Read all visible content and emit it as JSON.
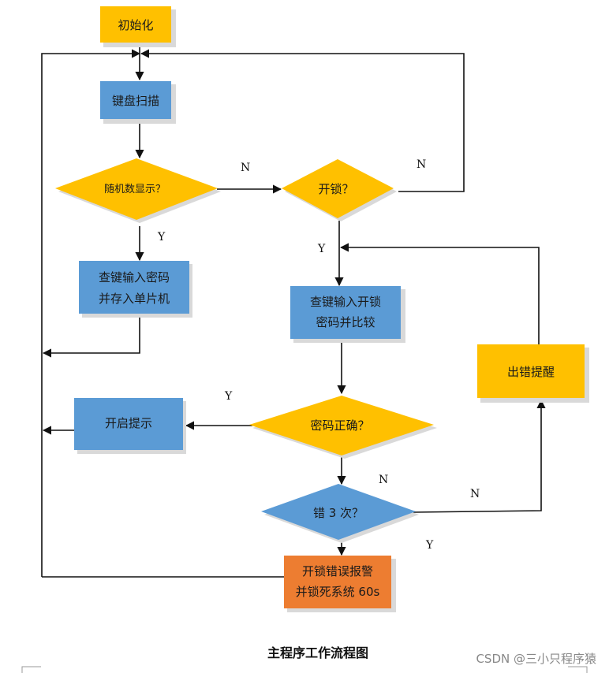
{
  "nodes": {
    "init": "初始化",
    "scan": "键盘扫描",
    "random_display": "随机数显示？",
    "unlock": "开锁？",
    "store_line1": "查键输入密码",
    "store_line2": "并存入单片机",
    "compare_line1": "查键输入开锁",
    "compare_line2": "密码并比较",
    "error_reminder": "出错提醒",
    "open_prompt": "开启提示",
    "password_correct": "密码正确？",
    "three_errors": "错 3 次？",
    "alarm_line1": "开锁错误报警",
    "alarm_line2": "并锁死系统 60s"
  },
  "labels": {
    "n1": "N",
    "n2": "N",
    "y1": "Y",
    "y2": "Y",
    "y3": "Y",
    "n3": "N",
    "n4": "N",
    "y4": "Y"
  },
  "caption": "主程序工作流程图",
  "watermark": "CSDN @三小只程序猿",
  "colors": {
    "yellow": "#FFC000",
    "blue": "#5B9BD5",
    "orange": "#ED7D31",
    "shadow": "#D9D9D9"
  }
}
